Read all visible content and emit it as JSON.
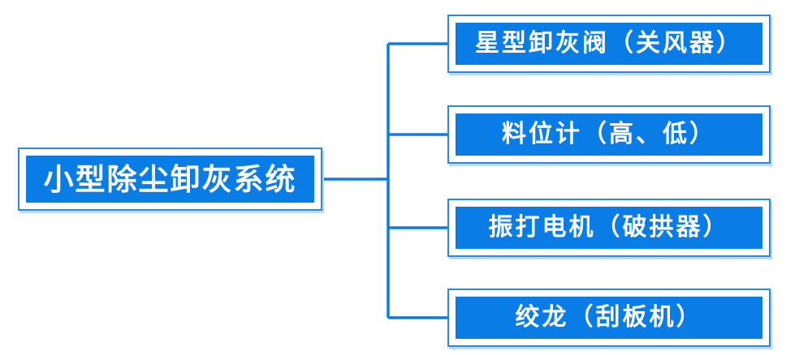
{
  "diagram": {
    "root": {
      "label": "小型除尘卸灰系统"
    },
    "children": [
      {
        "label": "星型卸灰阀（关风器）"
      },
      {
        "label": "料位计（高、低）"
      },
      {
        "label": "振打电机（破拱器）"
      },
      {
        "label": "绞龙（刮板机）"
      }
    ]
  },
  "colors": {
    "node_fill": "#0a7ce6",
    "node_border": "#2e86e2",
    "node_text": "#ffffff",
    "connector": "#0a7ce6",
    "shadow": "#bcd9f5",
    "canvas_bg": "#ffffff"
  }
}
